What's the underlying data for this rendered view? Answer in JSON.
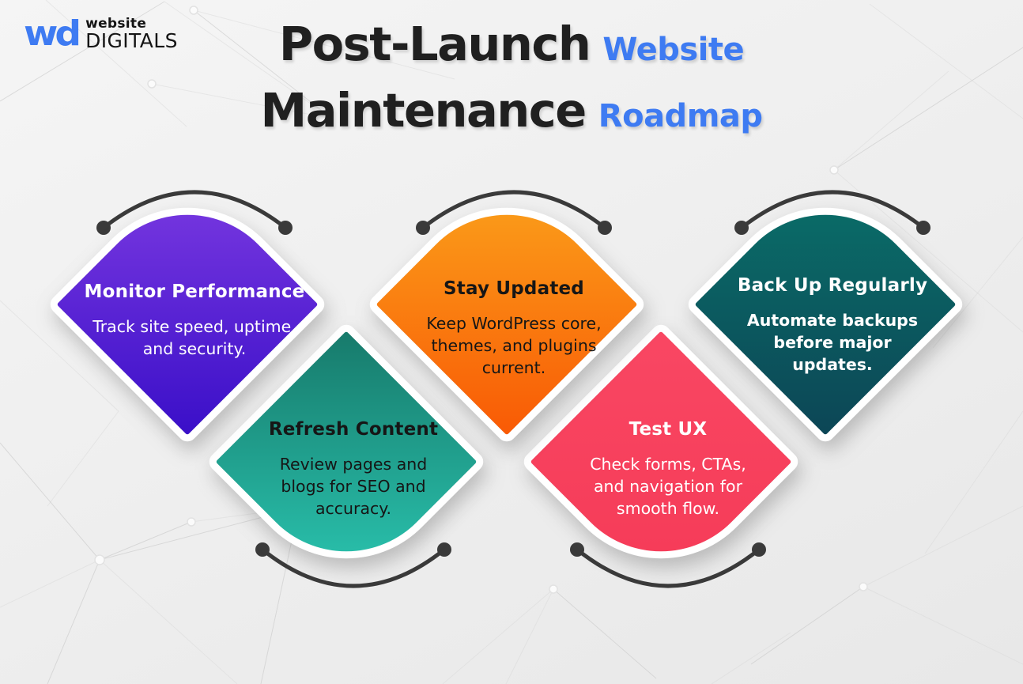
{
  "logo": {
    "monogram": "wd",
    "word_top": "website",
    "word_bottom": "DIGITALS",
    "monogram_color": "#3E7BF2",
    "text_color": "#141414"
  },
  "header": {
    "title_dark_1": "Post-Launch",
    "title_accent_1": "Website",
    "title_dark_2": "Maintenance",
    "title_accent_2": "Roadmap",
    "dark_color": "#202020",
    "accent_color": "#3E7BF2"
  },
  "connector_color": "#3a3a3a",
  "cards": [
    {
      "title": "Monitor Performance",
      "description": "Track site speed, uptime, and security.",
      "gradient_top": "#7D3BE2",
      "gradient_bottom": "#3A0FC8",
      "text_color": "#ffffff",
      "row": "top",
      "description_bold": false
    },
    {
      "title": "Refresh Content",
      "description": "Review pages and blogs for SEO and accuracy.",
      "gradient_top": "#177A6B",
      "gradient_bottom": "#2BC8B3",
      "text_color": "#161616",
      "row": "bottom",
      "description_bold": false
    },
    {
      "title": "Stay Updated",
      "description": "Keep WordPress core, themes, and plugins current.",
      "gradient_top": "#FAA41C",
      "gradient_bottom": "#F95A05",
      "text_color": "#161616",
      "row": "top",
      "description_bold": false
    },
    {
      "title": "Test UX",
      "description": "Check forms, CTAs, and navigation for smooth flow.",
      "gradient_top": "#F94763",
      "gradient_bottom": "#F53A57",
      "text_color": "#ffffff",
      "row": "bottom",
      "description_bold": false
    },
    {
      "title": "Back Up Regularly",
      "description": "Automate backups before major updates.",
      "gradient_top": "#0A716A",
      "gradient_bottom": "#0C4656",
      "text_color": "#ffffff",
      "row": "top",
      "description_bold": true
    }
  ]
}
